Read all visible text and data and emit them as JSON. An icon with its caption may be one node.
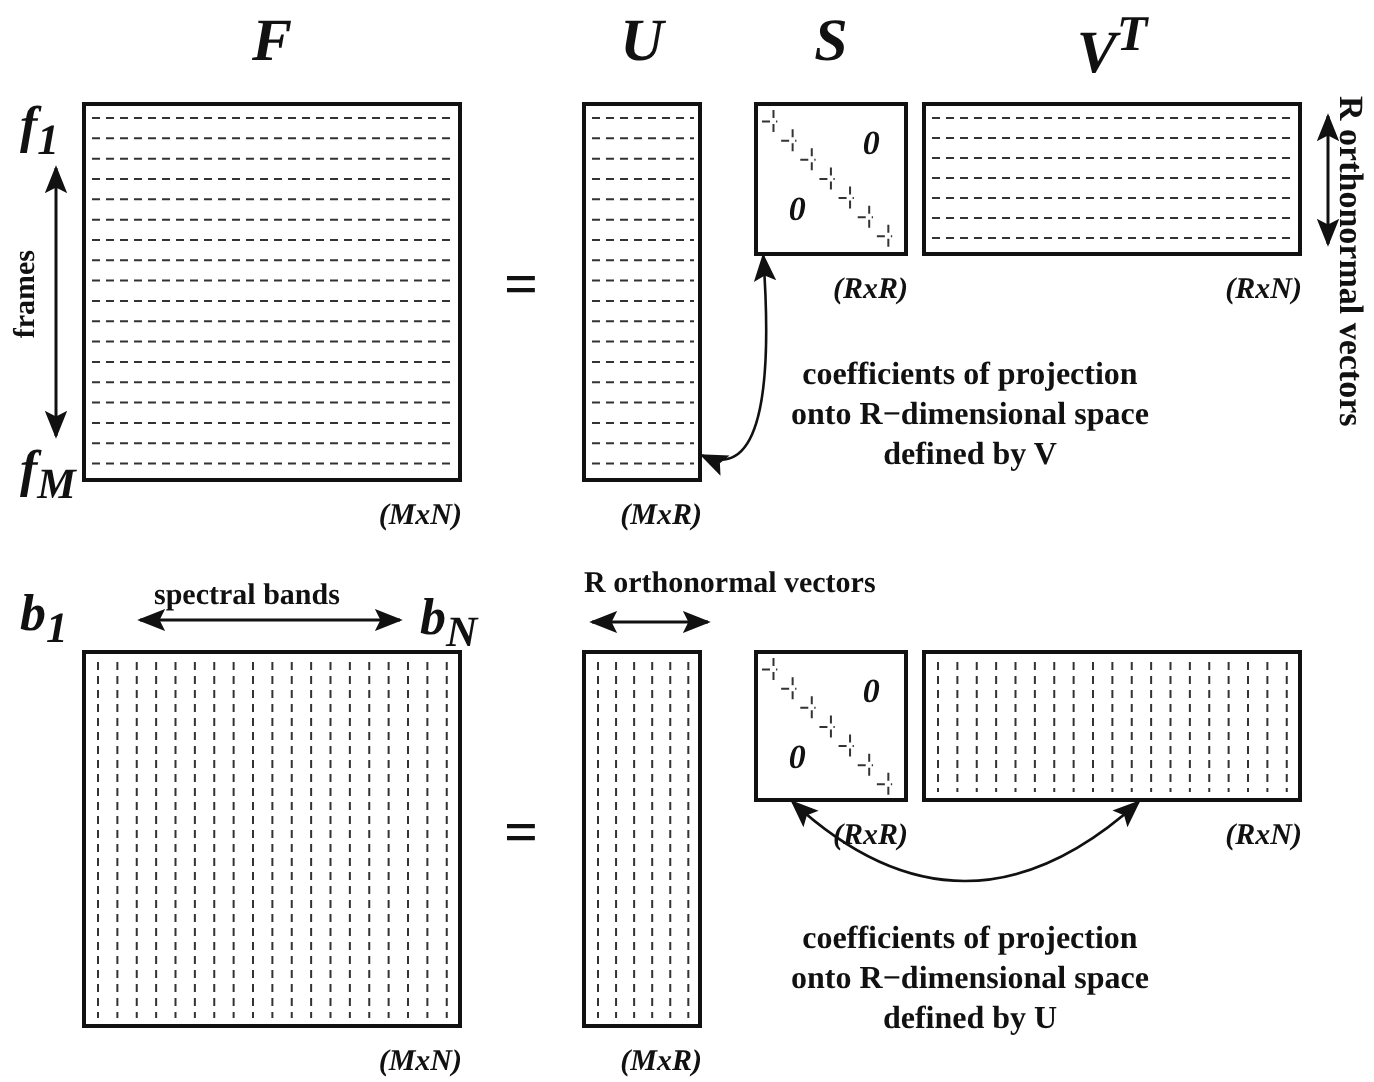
{
  "diagram": {
    "nodes": [
      {
        "text": [
          "F",
          "(MxN)"
        ]
      },
      {
        "text": [
          "U",
          "(MxR)"
        ]
      },
      {
        "text": [
          "S",
          "0",
          "0",
          "(RxR)"
        ]
      },
      {
        "text": [
          "V$^{T}$",
          "(RxN)"
        ]
      },
      {
        "text": [
          "(MxN)"
        ]
      },
      {
        "text": [
          "(MxR)"
        ]
      },
      {
        "text": [
          "0",
          "0",
          "(RxR)"
        ]
      },
      {
        "text": [
          "(RxN)"
        ]
      }
    ],
    "edges": [
      {
        "from": 1,
        "to": 2,
        "arrow": "both"
      },
      {
        "from": 6,
        "to": 7,
        "arrow": "both"
      }
    ],
    "labels": [
      "f$_{1}$",
      "frames",
      "f$_{M}$",
      "=",
      "R orthonormal vectors",
      "coefficients of projection onto R−dimensional space defined by V",
      "b$_{1}$",
      "spectral bands",
      "b$_{N}$",
      "R orthonormal vectors",
      "=",
      "coefficients of projection onto R−dimensional space defined by U"
    ]
  }
}
